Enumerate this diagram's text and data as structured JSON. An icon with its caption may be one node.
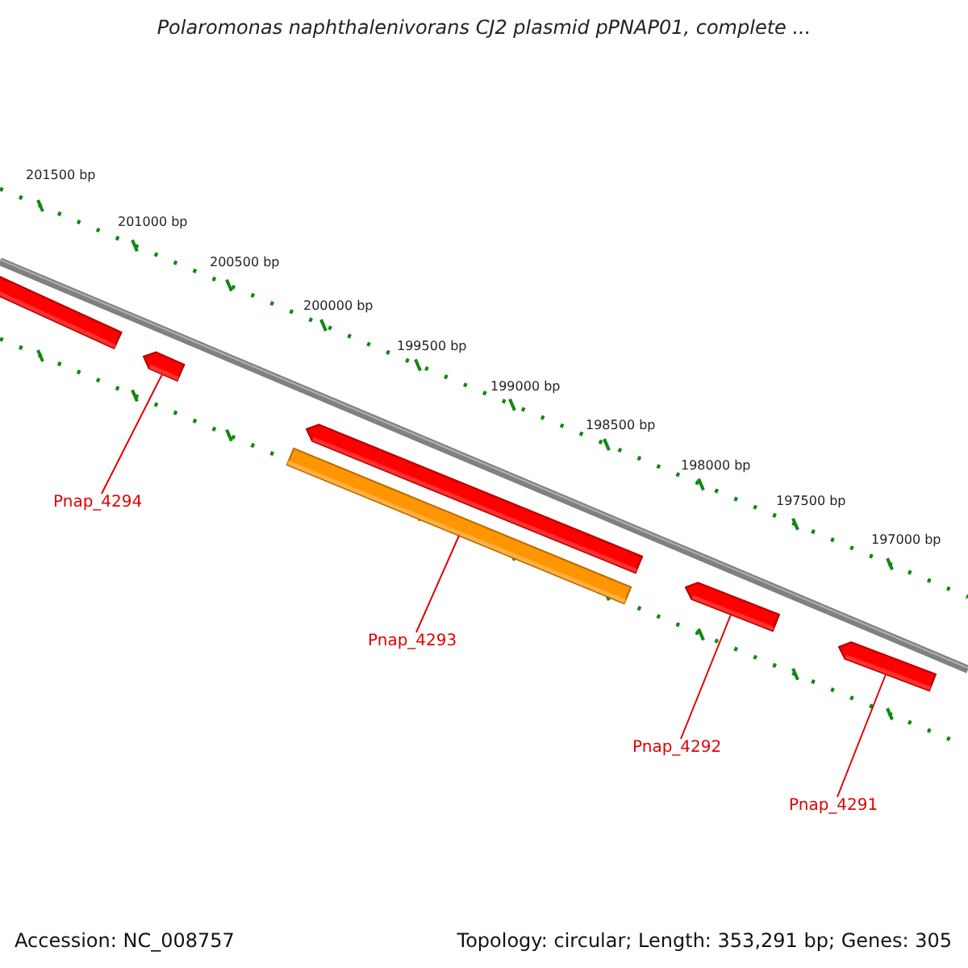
{
  "diagram": {
    "title": "Polaromonas naphthalenivorans CJ2 plasmid pPNAP01, complete ...",
    "nodes": [
      {
        "text": [],
        "shape": "bar"
      },
      {
        "text": [],
        "shape": "bar"
      },
      {
        "text": [],
        "shape": "bar"
      },
      {
        "text": [],
        "shape": "bar"
      },
      {
        "text": [],
        "shape": "bar"
      },
      {
        "text": [],
        "shape": "bar"
      },
      {
        "text": [
          "Pnap_4294"
        ]
      },
      {
        "text": [
          "Pnap_4293"
        ]
      },
      {
        "text": [
          "Pnap_4292"
        ]
      },
      {
        "text": [
          "Pnap_4291"
        ]
      }
    ],
    "edges": [
      {
        "from": 6,
        "to": 1,
        "arrow": "none"
      },
      {
        "from": 7,
        "to": 3,
        "arrow": "none"
      },
      {
        "from": 8,
        "to": 4,
        "arrow": "none"
      },
      {
        "from": 9,
        "to": 5,
        "arrow": "none"
      }
    ],
    "labels": [
      "201500 bp",
      "201000 bp",
      "200500 bp",
      "200000 bp",
      "199500 bp",
      "199000 bp",
      "198500 bp",
      "198000 bp",
      "197500 bp",
      "197000 bp",
      "Accession: NC_008757",
      "Topology: circular; Length: 353,291 bp; Genes: 305"
    ]
  }
}
